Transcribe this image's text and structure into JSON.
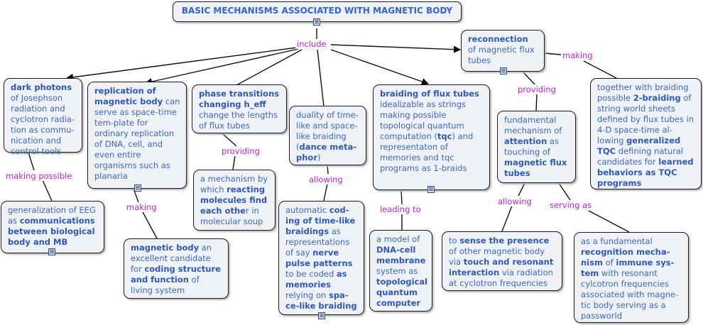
{
  "title": "BASIC MECHANISMS ASSOCIATED WITH MAGNETIC BODY",
  "links": {
    "include": "include",
    "making_a": "making",
    "making_b": "making",
    "providing_a": "providing",
    "providing_b": "providing",
    "making_possible": "making possible",
    "allowing_a": "allowing",
    "allowing_b": "allowing",
    "leading_to": "leading to",
    "serving_as": "serving as"
  },
  "nodes": {
    "reconnection": [
      "reconnection",
      " of magnetic flux tubes"
    ],
    "two_braiding": [
      "together with braiding possible ",
      "2-braiding",
      " of string world sheets defined by flux tubes in 4-D space-time al-lowing ",
      "generalized TQC",
      " defining natural candidates for ",
      "learned behaviors as TQC programs"
    ],
    "dark_photons": [
      "dark photons",
      " of Josephson radiation and cyclotron radia-tion as commu-nication and control tools"
    ],
    "replication": [
      "replication of magnetic body",
      " can serve as space-time tem-plate  for ordinary replication of DNA, cell, and even entire organisms such as planaria"
    ],
    "phase_transitions": [
      "phase transitions changing h_eff",
      " change the lengths of flux tubes"
    ],
    "duality": [
      "duality of time-like and space-like braiding (",
      "dance  meta-phor",
      ")"
    ],
    "braiding": [
      "braiding  of flux tubes",
      "  idealizable as strings making possible topological quantum computation (",
      "tqc",
      ") and representaton of memories and tqc programs as 1-braids"
    ],
    "fundamental": [
      "fundamental mechanism of ",
      "attention",
      " as touching of ",
      "magnetic flux tubes"
    ],
    "eeg": [
      "generalization of EEG as ",
      "communications between biological body and MB"
    ],
    "coding": [
      "magnetic body",
      " an excellent candidate for ",
      "coding structure and function",
      " of living system"
    ],
    "reacting": [
      "a mechanism by which ",
      "reacting molecules find each othe",
      "r in molecular soup"
    ],
    "automatic": [
      "automatic ",
      "cod-ing of time-like braidings",
      " as representations of say ",
      "nerve pulse patterns",
      " to be coded ",
      "as memories",
      " relying on ",
      "spa-ce-like braiding"
    ],
    "dna_cell": [
      "a model of ",
      "DNA-cell membrane",
      " system as ",
      "topological quantum computer"
    ],
    "sense": [
      "to ",
      "sense the  presence",
      " of other magnetic body via ",
      "touch and resonant interaction",
      " via radiation at cyclotron frequencies"
    ],
    "recognition": [
      "as a fundamental ",
      "recognition mecha-nism",
      " of ",
      "immune sys-tem",
      "  with  resonant cylcotron  frequencies associated  with magne-tic body serving as a passworld"
    ]
  }
}
